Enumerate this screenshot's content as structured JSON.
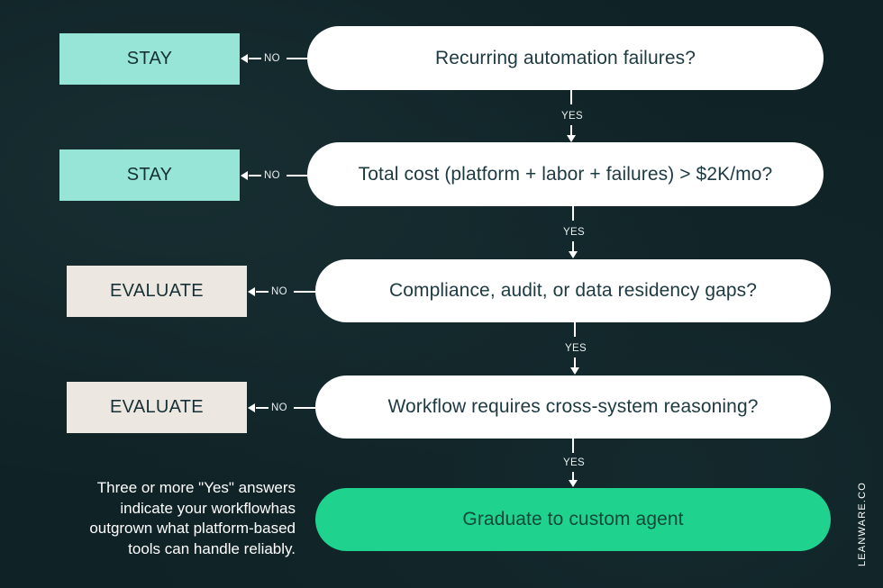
{
  "questions": [
    {
      "text": "Recurring automation failures?",
      "no_outcome": "STAY",
      "no_label": "NO",
      "yes_label": "YES"
    },
    {
      "text": "Total cost (platform + labor + failures) > $2K/mo?",
      "no_outcome": "STAY",
      "no_label": "NO",
      "yes_label": "YES"
    },
    {
      "text": "Compliance, audit, or data residency gaps?",
      "no_outcome": "EVALUATE",
      "no_label": "NO",
      "yes_label": "YES"
    },
    {
      "text": "Workflow requires cross-system reasoning?",
      "no_outcome": "EVALUATE",
      "no_label": "NO",
      "yes_label": "YES"
    }
  ],
  "final": {
    "text": "Graduate to custom agent"
  },
  "note": {
    "lines": [
      "Three or more \"Yes\" answers",
      "indicate your workflowhas",
      "outgrown what platform-based",
      "tools can handle reliably."
    ]
  },
  "brand": "LEANWARE.CO",
  "colors": {
    "background": "#0f2226",
    "stay_box": "#96e5d6",
    "evaluate_box": "#ece8e1",
    "question_pill": "#ffffff",
    "final_pill": "#1fd38f"
  }
}
